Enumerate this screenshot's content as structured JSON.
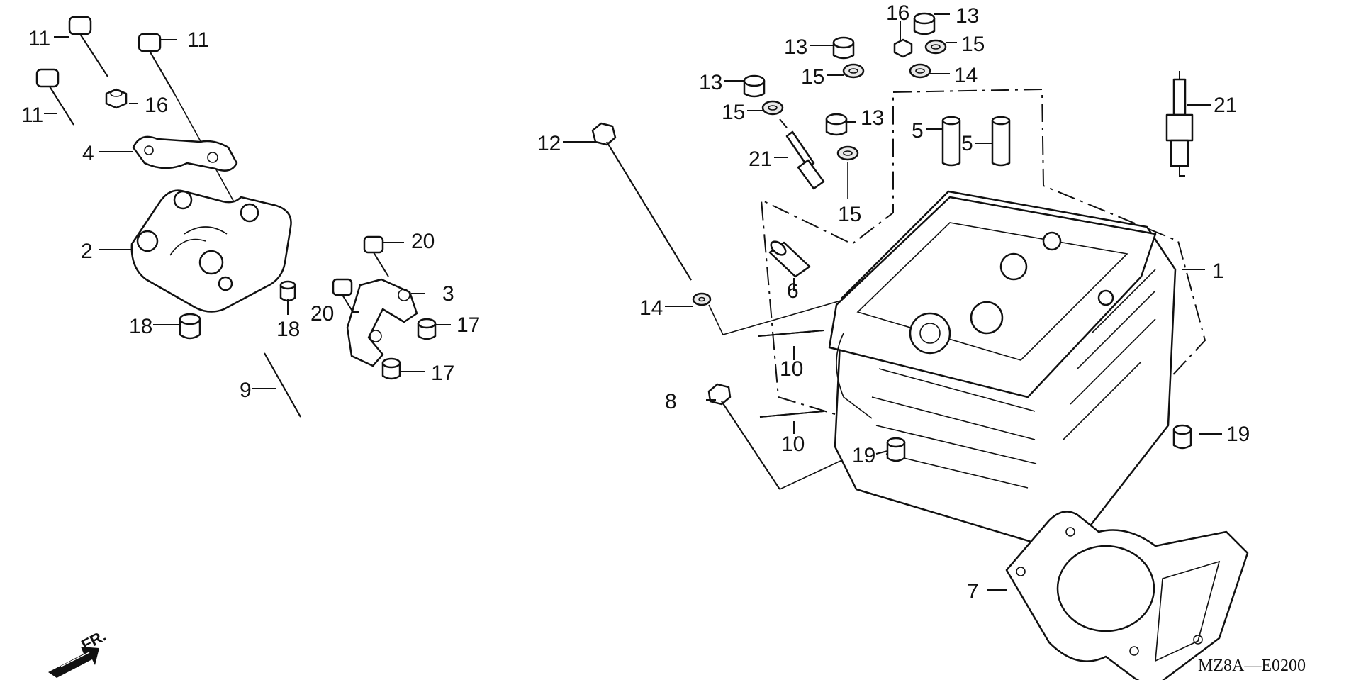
{
  "callouts": {
    "c1": "1",
    "c2": "2",
    "c3": "3",
    "c4": "4",
    "c5a": "5",
    "c5b": "5",
    "c6": "6",
    "c7": "7",
    "c8": "8",
    "c9": "9",
    "c10a": "10",
    "c10b": "10",
    "c11a": "11",
    "c11b": "11",
    "c11c": "11",
    "c12": "12",
    "c13a": "13",
    "c13b": "13",
    "c13c": "13",
    "c13d": "13",
    "c14a": "14",
    "c14b": "14",
    "c15a": "15",
    "c15b": "15",
    "c15c": "15",
    "c15d": "15",
    "c16a": "16",
    "c16b": "16",
    "c17a": "17",
    "c17b": "17",
    "c18a": "18",
    "c18b": "18",
    "c19a": "19",
    "c19b": "19",
    "c20a": "20",
    "c20b": "20",
    "c21a": "21",
    "c21b": "21"
  },
  "diagram_code": "MZ8A—E0200",
  "front_marker": "FR."
}
